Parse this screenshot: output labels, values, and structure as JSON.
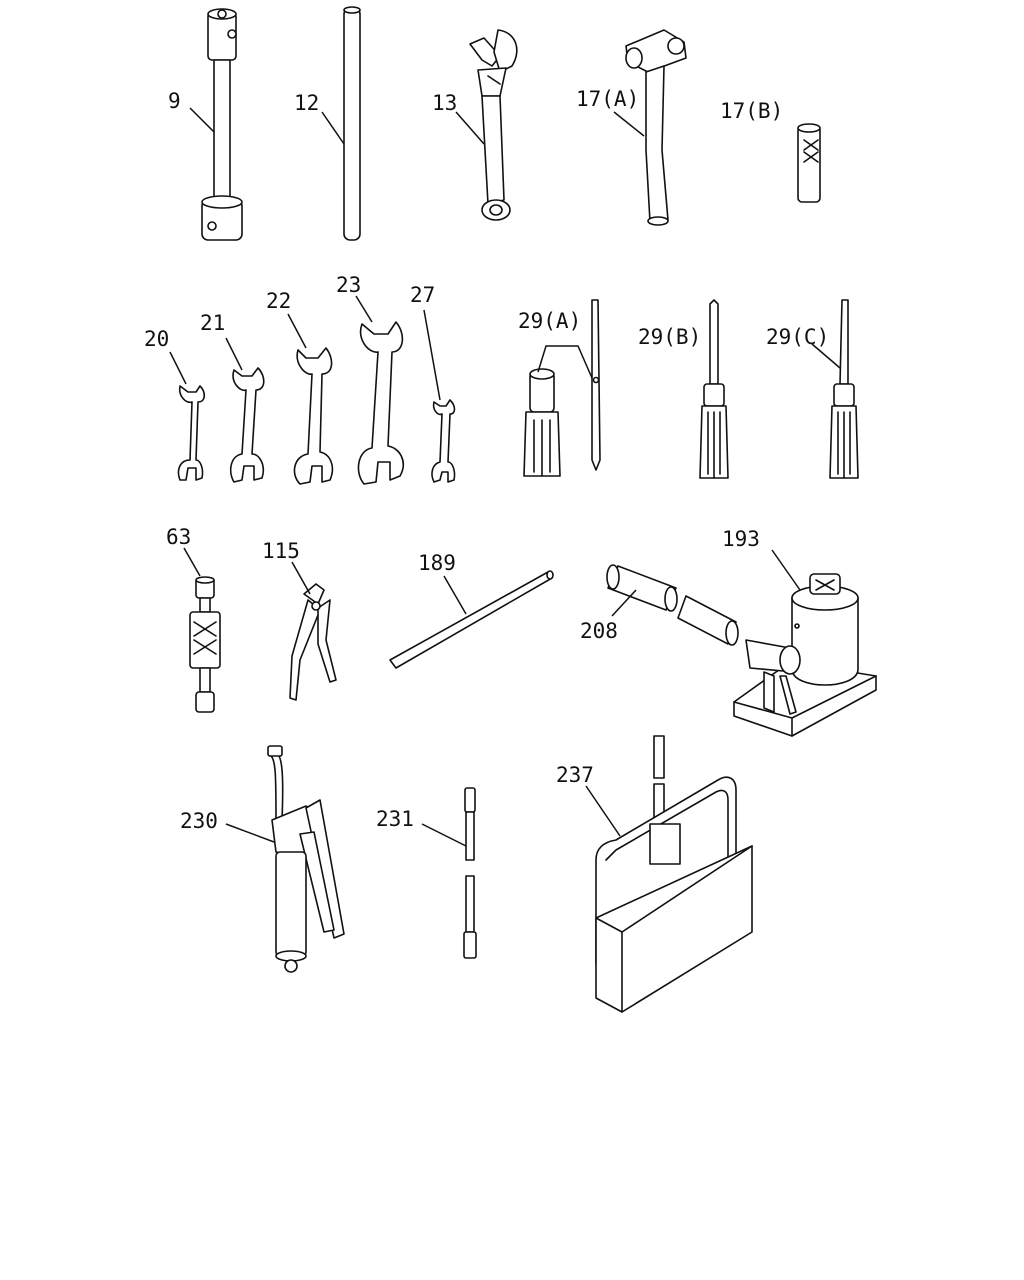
{
  "parts": [
    {
      "id": "tube-wrench",
      "label": "9"
    },
    {
      "id": "rod-bar",
      "label": "12"
    },
    {
      "id": "adjustable-wrench",
      "label": "13"
    },
    {
      "id": "hammer",
      "label": "17(A)"
    },
    {
      "id": "hammer-attachment",
      "label": "17(B)"
    },
    {
      "id": "spanner-small",
      "label": "20"
    },
    {
      "id": "spanner-medium-small",
      "label": "21"
    },
    {
      "id": "spanner-medium",
      "label": "22"
    },
    {
      "id": "spanner-large",
      "label": "23"
    },
    {
      "id": "spanner-tiny",
      "label": "27"
    },
    {
      "id": "screwdriver-a",
      "label": "29(A)"
    },
    {
      "id": "screwdriver-b",
      "label": "29(B)"
    },
    {
      "id": "screwdriver-c",
      "label": "29(C)"
    },
    {
      "id": "slide-hammer",
      "label": "63"
    },
    {
      "id": "pliers",
      "label": "115"
    },
    {
      "id": "jack-bar",
      "label": "189"
    },
    {
      "id": "jack-handle",
      "label": "208"
    },
    {
      "id": "hydraulic-jack",
      "label": "193"
    },
    {
      "id": "grease-gun",
      "label": "230"
    },
    {
      "id": "extension-nozzle",
      "label": "231"
    },
    {
      "id": "tool-bag",
      "label": "237"
    }
  ]
}
